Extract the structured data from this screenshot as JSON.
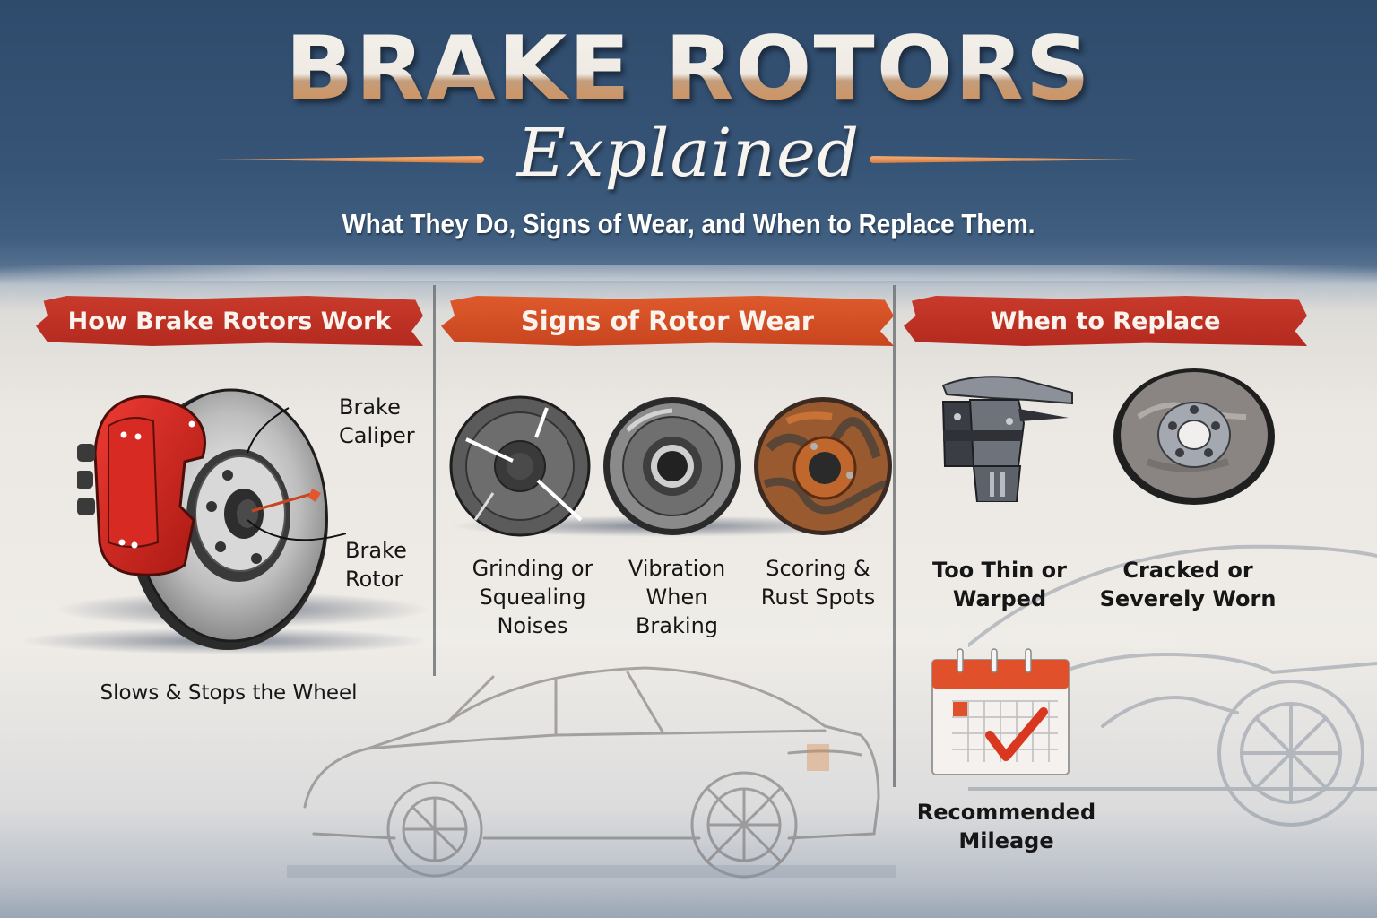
{
  "header": {
    "title": "BRAKE ROTORS",
    "script_subtitle": "Explained",
    "tagline": "What They Do, Signs of Wear, and When to Replace Them."
  },
  "colors": {
    "navy_bg": "#365476",
    "paper_bg": "#ebe8e3",
    "banner_red": "#c0392b",
    "banner_orange": "#d4502a",
    "accent_orange": "#d98c4c",
    "text_dark": "#161616"
  },
  "sections": [
    {
      "title": "How Brake Rotors Work",
      "illustration": "brake-rotor-with-caliper",
      "callouts": [
        {
          "label": "Brake Caliper"
        },
        {
          "label": "Brake Rotor"
        }
      ],
      "caption": "Slows & Stops the Wheel"
    },
    {
      "title": "Signs of Rotor Wear",
      "items": [
        {
          "icon": "cracked-rotor-icon",
          "label_line1": "Grinding or",
          "label_line2": "Squealing Noises",
          "label_line3": ""
        },
        {
          "icon": "smooth-rotor-icon",
          "label_line1": "Vibration",
          "label_line2": "When",
          "label_line3": "Braking"
        },
        {
          "icon": "rusty-rotor-icon",
          "label_line1": "Scoring &",
          "label_line2": "Rust Spots",
          "label_line3": ""
        }
      ]
    },
    {
      "title": "When to Replace",
      "items": [
        {
          "icon": "caliper-gauge-icon",
          "label_line1": "Too Thin or",
          "label_line2": "Warped"
        },
        {
          "icon": "worn-rotor-icon",
          "label_line1": "Cracked or",
          "label_line2": "Severely Worn"
        },
        {
          "icon": "calendar-check-icon",
          "label_line1": "Recommended",
          "label_line2": "Mileage"
        }
      ]
    }
  ]
}
